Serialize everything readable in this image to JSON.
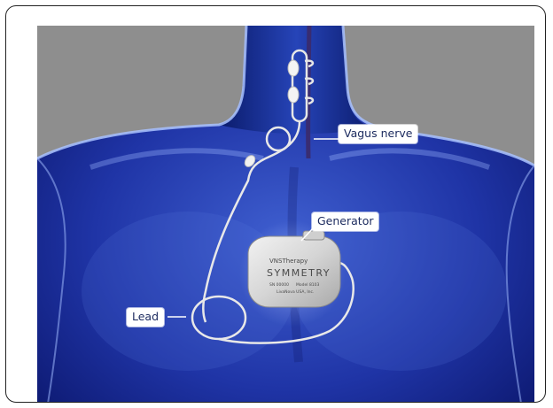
{
  "labels": {
    "vagus_nerve": "Vagus nerve",
    "generator": "Generator",
    "lead": "Lead"
  },
  "device": {
    "brand": "VNSTherapy",
    "model_name": "SYMMETRY",
    "serial": "SN 00000",
    "model": "Model 8103",
    "maker": "LivaNova USA, Inc."
  },
  "colors": {
    "background_gray": "#8e8e8e",
    "body_dark": "#0d1c6e",
    "body_light": "#9fb8f0",
    "nerve": "#3b2a6a",
    "label_text": "#1b2a5e"
  }
}
